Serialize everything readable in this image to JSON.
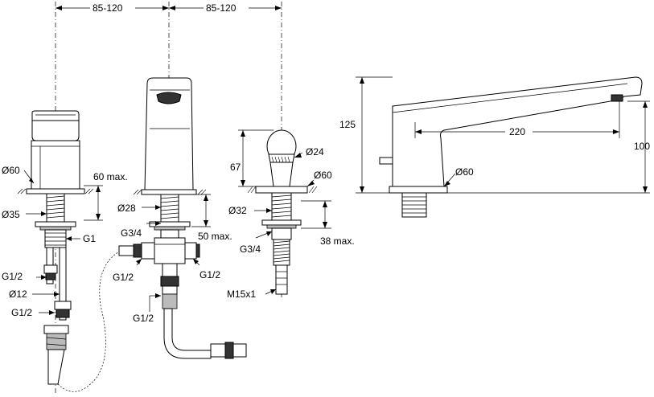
{
  "labels": {
    "top_spacing_left": "85-120",
    "top_spacing_right": "85-120",
    "d60_left": "Ø60",
    "max60": "60 max.",
    "d35": "Ø35",
    "g1": "G1",
    "g12_a": "G1/2",
    "d12": "Ø12",
    "g12_b": "G1/2",
    "d28": "Ø28",
    "g34_left": "G3/4",
    "max50": "50 max.",
    "g12_c": "G1/2",
    "g12_d": "G1/2",
    "g12_e": "G1/2",
    "h67": "67",
    "d24": "Ø24",
    "d60_mid": "Ø60",
    "d32": "Ø32",
    "g34_right": "G3/4",
    "max38": "38 max.",
    "m15": "M15x1",
    "h125": "125",
    "w220": "220",
    "h100": "100",
    "d60_right": "Ø60"
  }
}
